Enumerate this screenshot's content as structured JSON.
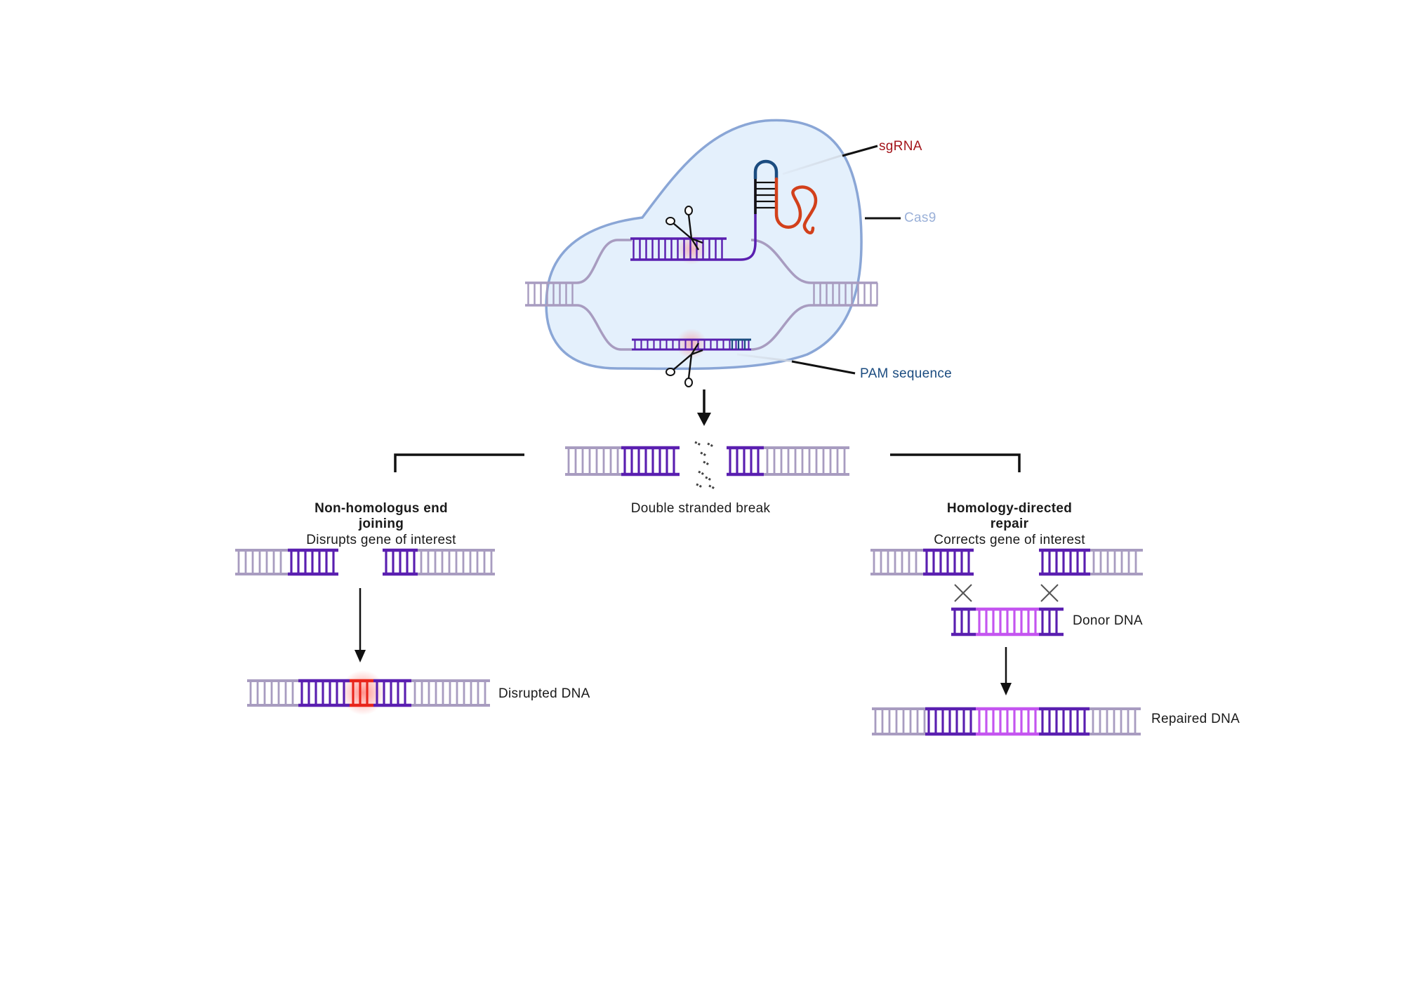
{
  "labels": {
    "sgrna": "sgRNA",
    "cas9": "Cas9",
    "pam": "PAM sequence",
    "dsb": "Double stranded break",
    "nhej_title_1": "Non-homologus end",
    "nhej_title_2": "joining",
    "nhej_desc": "Disrupts gene of interest",
    "hdr_title_1": "Homology-directed",
    "hdr_title_2": "repair",
    "hdr_desc": "Corrects gene of interest",
    "donor": "Donor DNA",
    "disrupted": "Disrupted DNA",
    "repaired": "Repaired DNA"
  },
  "colors": {
    "dna_light": "#a89cc0",
    "dna_dark": "#5a1fb0",
    "donor_pink": "#c455f0",
    "cas9_fill": "#e4f0fc",
    "cas9_stroke": "#8aa6d6",
    "sgrna_red": "#d2401b",
    "sgrna_blue": "#1b4c80",
    "cut_red": "#e8251b"
  }
}
